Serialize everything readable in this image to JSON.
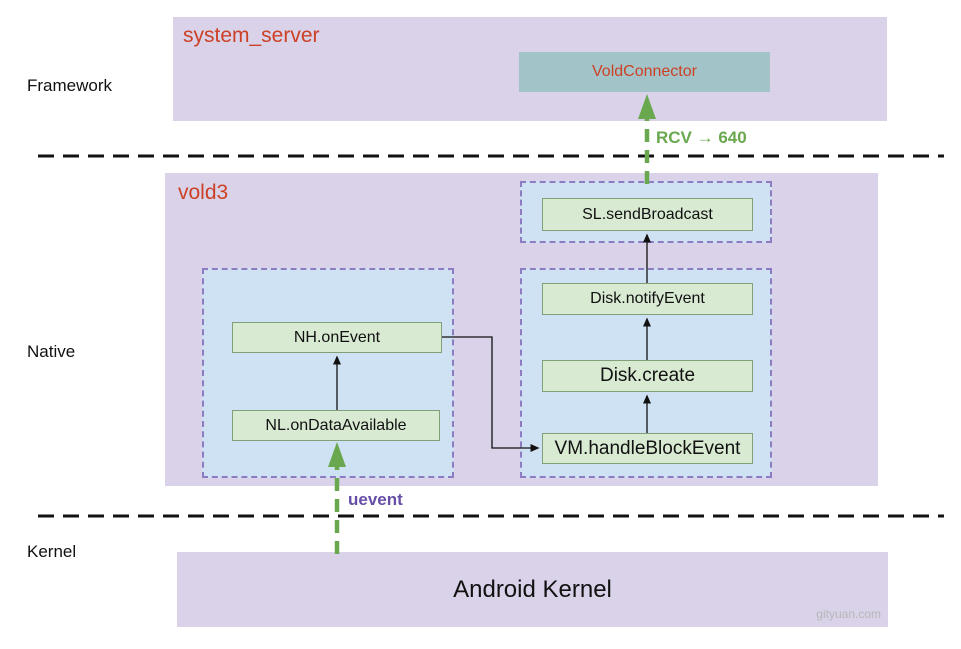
{
  "diagram": {
    "layer_labels": {
      "framework": "Framework",
      "native": "Native",
      "kernel": "Kernel"
    },
    "framework": {
      "title": "system_server",
      "vold_connector": "VoldConnector"
    },
    "native": {
      "title": "vold3",
      "sl_send_broadcast": "SL.sendBroadcast",
      "disk_notify_event": "Disk.notifyEvent",
      "disk_create": "Disk.create",
      "vm_handle_block_event": "VM.handleBlockEvent",
      "nh_on_event": "NH.onEvent",
      "nl_on_data_available": "NL.onDataAvailable"
    },
    "kernel": {
      "title": "Android Kernel",
      "watermark": "gityuan.com"
    },
    "edge_labels": {
      "rcv": "RCV → 640",
      "uevent": "uevent"
    },
    "colors": {
      "layer_fill": "#d9d2e9",
      "group_fill": "#cfe2f3",
      "group_border": "#8e7cc3",
      "node_fill": "#d9ead3",
      "node_border": "#81a077",
      "connector_fill": "#a2c4c9",
      "process_title_red": "#cc4125",
      "arrow_green": "#6aa84f",
      "uevent_purple": "#674ea7",
      "separator_black": "#111111",
      "watermark_gray": "#b7b7b7"
    }
  }
}
